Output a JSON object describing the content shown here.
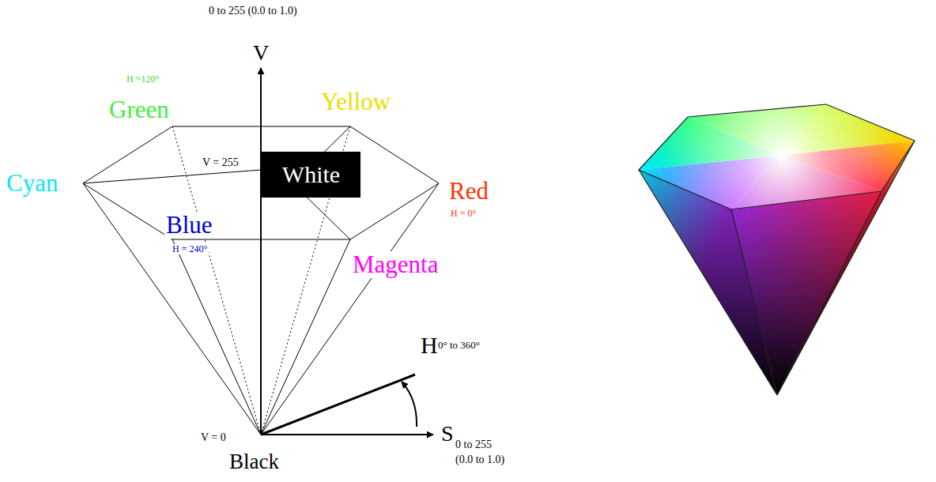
{
  "diagram": {
    "nodes": [
      {
        "text": [
          "White"
        ]
      }
    ],
    "labels": [
      "0 to 255 (0.0 to 1.0)",
      "V",
      "H =120°",
      "Green",
      "Yellow",
      "V = 255",
      "Cyan",
      "Red",
      "H = 0°",
      "Blue",
      "H = 240°",
      "Magenta",
      "H",
      "0° to 360°",
      "S",
      "0 to 255",
      "(0.0 to 1.0)",
      "V = 0",
      "Black"
    ]
  }
}
